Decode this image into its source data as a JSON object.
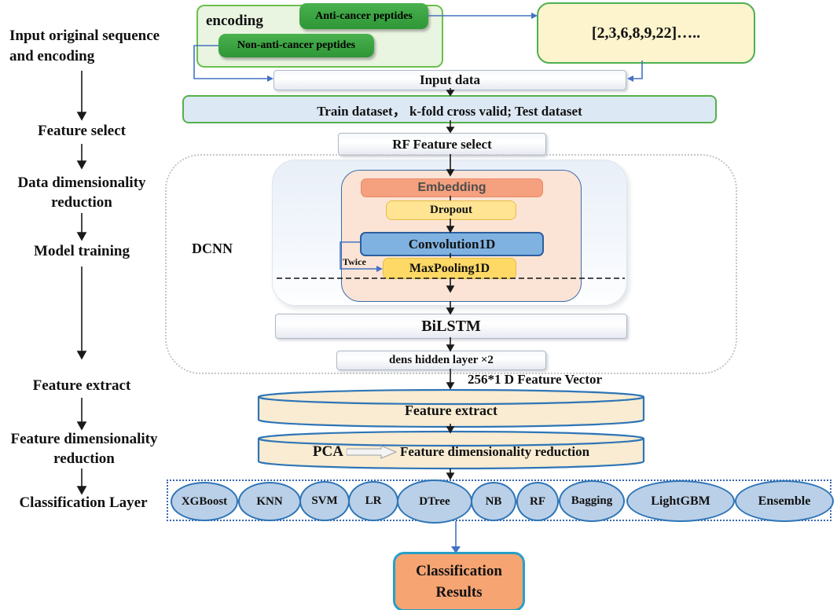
{
  "left_column": {
    "steps": [
      {
        "lines": [
          "Input original sequence",
          "and encoding"
        ]
      },
      {
        "lines": [
          "Feature select"
        ]
      },
      {
        "lines": [
          "Data dimensionality",
          "reduction"
        ]
      },
      {
        "lines": [
          "Model training"
        ]
      },
      {
        "lines": [
          "Feature extract"
        ]
      },
      {
        "lines": [
          "Feature dimensionality",
          "reduction"
        ]
      },
      {
        "lines": [
          "Classification Layer"
        ]
      }
    ]
  },
  "encoding_group": {
    "label": "encoding",
    "positive_pill": "Anti-cancer peptides",
    "negative_pill": "Non-anti-cancer peptides"
  },
  "encoded_vector": {
    "text": "[2,3,6,8,9,22]….."
  },
  "pipeline": {
    "input_data": "Input data",
    "dataset_split": "Train dataset，  k-fold cross valid; Test dataset",
    "rf_feature_select": "RF Feature select",
    "dcnn_label": "DCNN",
    "embedding": "Embedding",
    "dropout": "Dropout",
    "convolution": "Convolution1D",
    "maxpooling": "MaxPooling1D",
    "twice_label": "Twice",
    "bilstm": "BiLSTM",
    "dense_layer": "dens hidden layer ×2",
    "feature_vector_note": "256*1 D Feature Vector",
    "feature_extract": "Feature extract",
    "pca_label": "PCA",
    "dim_reduction": "Feature dimensionality reduction"
  },
  "classifiers": [
    "XGBoost",
    "KNN",
    "SVM",
    "LR",
    "DTree",
    "NB",
    "RF",
    "Bagging",
    "LightGBM",
    "Ensemble"
  ],
  "results": {
    "lines": [
      "Classification",
      "Results"
    ]
  },
  "colors": {
    "green_border": "#5db84d",
    "green_pill": "#3aa743",
    "light_green_fill": "#e9f5e0",
    "yellow_fill": "#fdf3cd",
    "train_fill": "#dce8f4",
    "peach_fill": "#fbe4d6",
    "salmon_fill": "#f5a07e",
    "yellow_node": "#ffdd75",
    "conv_blue": "#7fb2e0",
    "cylinder_fill": "#f9ecd2",
    "ellipse_fill": "#bad0e8",
    "ellipse_border": "#2e75b6",
    "results_fill": "#f5a472",
    "results_border": "#25a0c8",
    "connector_blue": "#4472c4",
    "arrow_black": "#1a1a1a"
  }
}
